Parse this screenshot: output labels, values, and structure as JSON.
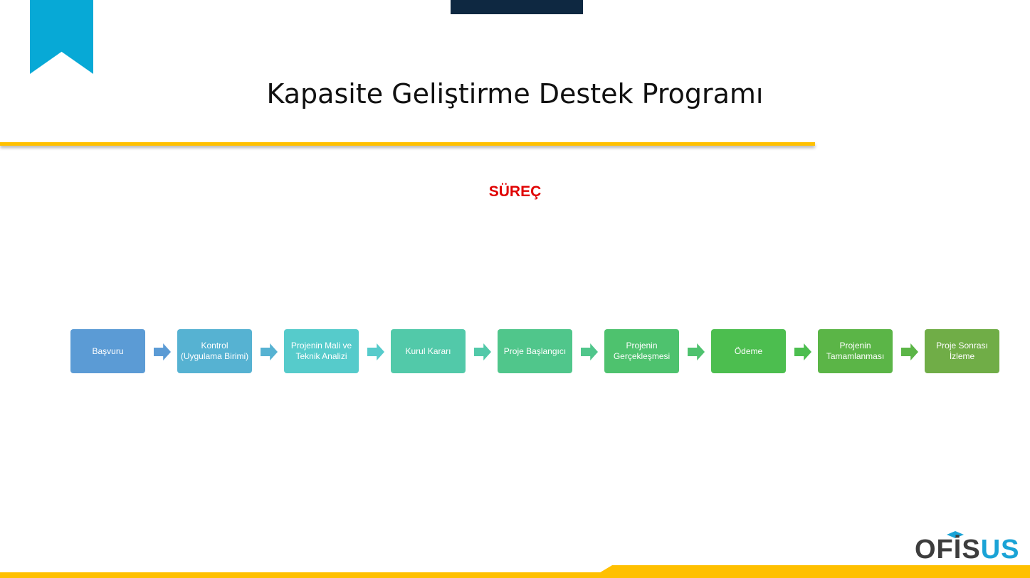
{
  "header": {
    "title": "Kapasite Geliştirme Destek Programı"
  },
  "section": {
    "title": "SÜREÇ"
  },
  "steps": [
    {
      "label": "Başvuru",
      "color": "#5B9BD5"
    },
    {
      "label": "Kontrol (Uygulama Birimi)",
      "color": "#56B2D2"
    },
    {
      "label": "Projenin Mali ve Teknik Analizi",
      "color": "#56CBCB"
    },
    {
      "label": "Kurul Kararı",
      "color": "#52C9A9"
    },
    {
      "label": "Proje Başlangıcı",
      "color": "#50C68B"
    },
    {
      "label": "Projenin Gerçekleşmesi",
      "color": "#4EC26E"
    },
    {
      "label": "Ödeme",
      "color": "#4CBE4F"
    },
    {
      "label": "Projenin Tamamlanması",
      "color": "#5BB547"
    },
    {
      "label": "Proje Sonrası İzleme",
      "color": "#70AD47"
    }
  ],
  "logo": {
    "part1": "OFİS",
    "part2": "US"
  }
}
